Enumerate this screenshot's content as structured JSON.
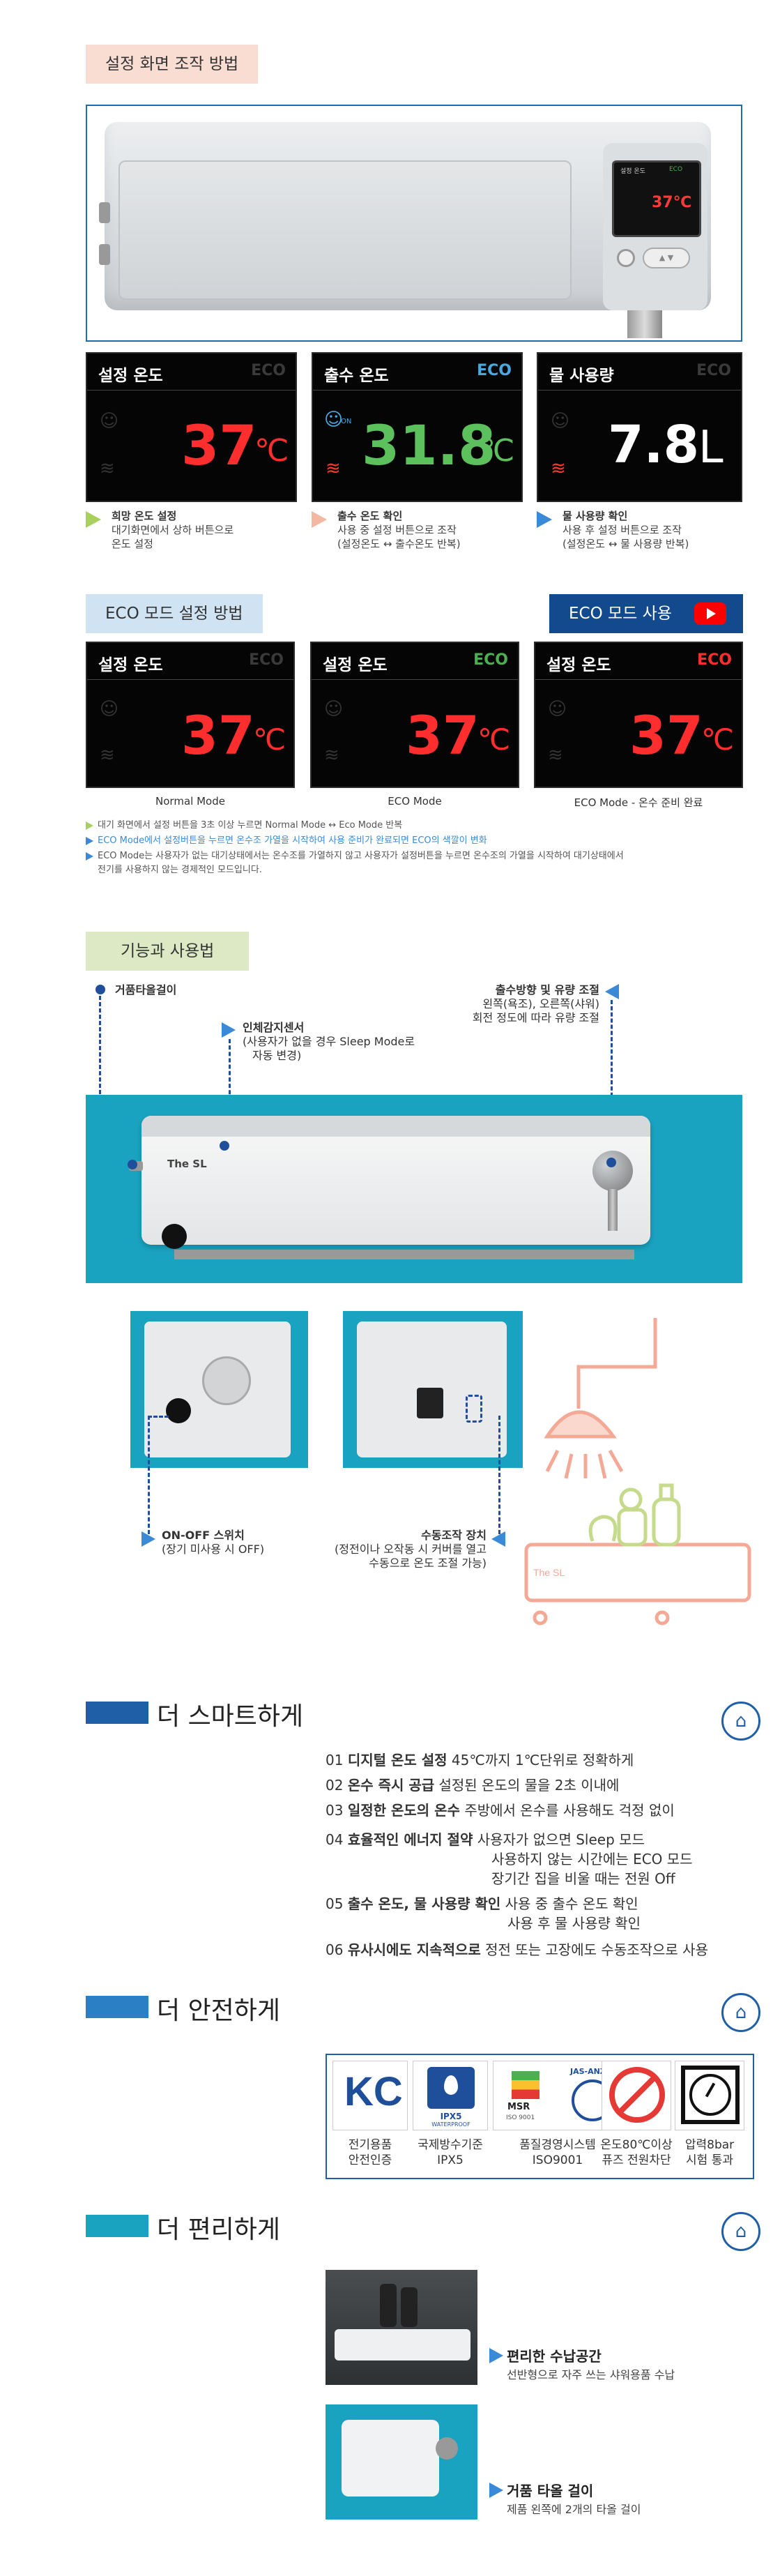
{
  "colors": {
    "red": "#ff2e2e",
    "green": "#5cc05c",
    "eco_green": "#4caf50",
    "blue": "#1f5fa8",
    "teal": "#1aa3c0",
    "pink": "#f9dcd2"
  },
  "sec1": {
    "pill": "설정 화면 조작 방법",
    "mini": {
      "title": "설정 온도",
      "eco": "ECO",
      "temp": "37℃"
    },
    "displays": [
      {
        "title": "설정 온도",
        "eco": "ECO",
        "value": "37",
        "unit": "℃"
      },
      {
        "title": "출수 온도",
        "eco": "ECO",
        "value": "31.8",
        "unit": "℃",
        "small": "ON"
      },
      {
        "title": "물 사용량",
        "eco": "ECO",
        "value": "7.8",
        "unit": "L"
      }
    ],
    "captions": [
      {
        "head": "희망 온도 설정",
        "l1": "대기화면에서 상하 버튼으로",
        "l2": "온도 설정"
      },
      {
        "head": "출수 온도 확인",
        "l1": "사용 중 설정 버튼으로 조작",
        "l2": "(설정온도 ↔ 출수온도 반복)"
      },
      {
        "head": "물 사용량 확인",
        "l1": "사용 후 설정 버튼으로 조작",
        "l2": "(설정온도 ↔ 물 사용량 반복)"
      }
    ]
  },
  "sec2": {
    "pill": "ECO 모드 설정 방법",
    "button": "ECO 모드 사용",
    "displays": [
      {
        "title": "설정 온도",
        "eco": "ECO",
        "value": "37",
        "unit": "℃",
        "label": "Normal Mode"
      },
      {
        "title": "설정 온도",
        "eco": "ECO",
        "value": "37",
        "unit": "℃",
        "label": "ECO Mode"
      },
      {
        "title": "설정 온도",
        "eco": "ECO",
        "value": "37",
        "unit": "℃",
        "label": "ECO Mode - 온수 준비 완료"
      }
    ],
    "notes": [
      "대기 화면에서 설정 버튼을 3초 이상 누르면 Normal Mode ↔ Eco Mode 반복",
      "ECO Mode에서 설정버튼을 누르면 온수조 가열을 시작하여 사용 준비가 완료되면 ECO의 색깔이 변화",
      "ECO Mode는 사용자가 없는 대기상태에서는 온수조를 가열하지 않고 사용자가 설정버튼을 누르면 온수조의 가열을 시작하여 대기상태에서",
      "전기를 사용하지 않는 경제적인 모드입니다."
    ]
  },
  "sec3": {
    "pill": "기능과 사용법",
    "towel": "거품타올걸이",
    "sensor": {
      "title": "인체감지센서",
      "l1": "(사용자가 없을 경우 Sleep Mode로",
      "l2": "자동 변경)"
    },
    "flow": {
      "title": "출수방향 및 유량 조절",
      "l1": "왼쪽(욕조), 오른쪽(샤워)",
      "l2": "회전 정도에 따라 유량 조절"
    },
    "brand": "The SL",
    "switch": {
      "title": "ON-OFF 스위치",
      "l1": "(장기 미사용 시 OFF)"
    },
    "manual": {
      "title": "수동조작 장치",
      "l1": "(정전이나 오작동 시 커버를 열고",
      "l2": "수동으로 온도 조절 가능)"
    },
    "illus_brand": "The SL"
  },
  "smart": {
    "title": "더 스마트하게",
    "items": [
      {
        "n": "01",
        "b": "디지털 온도 설정",
        "t": "45℃까지 1℃단위로 정확하게"
      },
      {
        "n": "02",
        "b": "온수 즉시 공급",
        "t": "설정된 온도의 물을 2초 이내에"
      },
      {
        "n": "03",
        "b": "일정한 온도의 온수",
        "t": "주방에서 온수를 사용해도 걱정 없이"
      },
      {
        "n": "04",
        "b": "효율적인 에너지 절약",
        "t": "사용자가 없으면 Sleep 모드",
        "t2": "사용하지 않는 시간에는 ECO 모드",
        "t3": "장기간 집을 비울 때는 전원 Off"
      },
      {
        "n": "05",
        "b": "출수 온도, 물 사용량 확인",
        "t": "사용 중 출수 온도 확인",
        "t2": "사용 후 물 사용량 확인"
      },
      {
        "n": "06",
        "b": "유사시에도 지속적으로",
        "t": "정전 또는 고장에도 수동조작으로 사용"
      }
    ]
  },
  "safe": {
    "title": "더 안전하게",
    "certs": [
      {
        "l1": "전기용품",
        "l2": "안전인증"
      },
      {
        "l1": "국제방수기준",
        "l2": "IPX5"
      },
      {
        "l1": "품질경영시스템",
        "l2": "ISO9001"
      },
      {
        "l1": "온도80℃이상",
        "l2": "퓨즈 전원차단"
      },
      {
        "l1": "압력8bar",
        "l2": "시험 통과"
      }
    ],
    "ipx": "IPX5",
    "ipx_sub": "WATERPROOF",
    "msr": "MSR",
    "jas": "JAS-ANZ",
    "iso": "ISO 9001"
  },
  "convenient": {
    "title": "더 편리하게",
    "items": [
      {
        "title": "편리한 수납공간",
        "desc": "선반형으로 자주 쓰는 샤워용품 수납"
      },
      {
        "title": "거품 타올 걸이",
        "desc": "제품 왼쪽에 2개의 타올 걸이"
      }
    ]
  }
}
